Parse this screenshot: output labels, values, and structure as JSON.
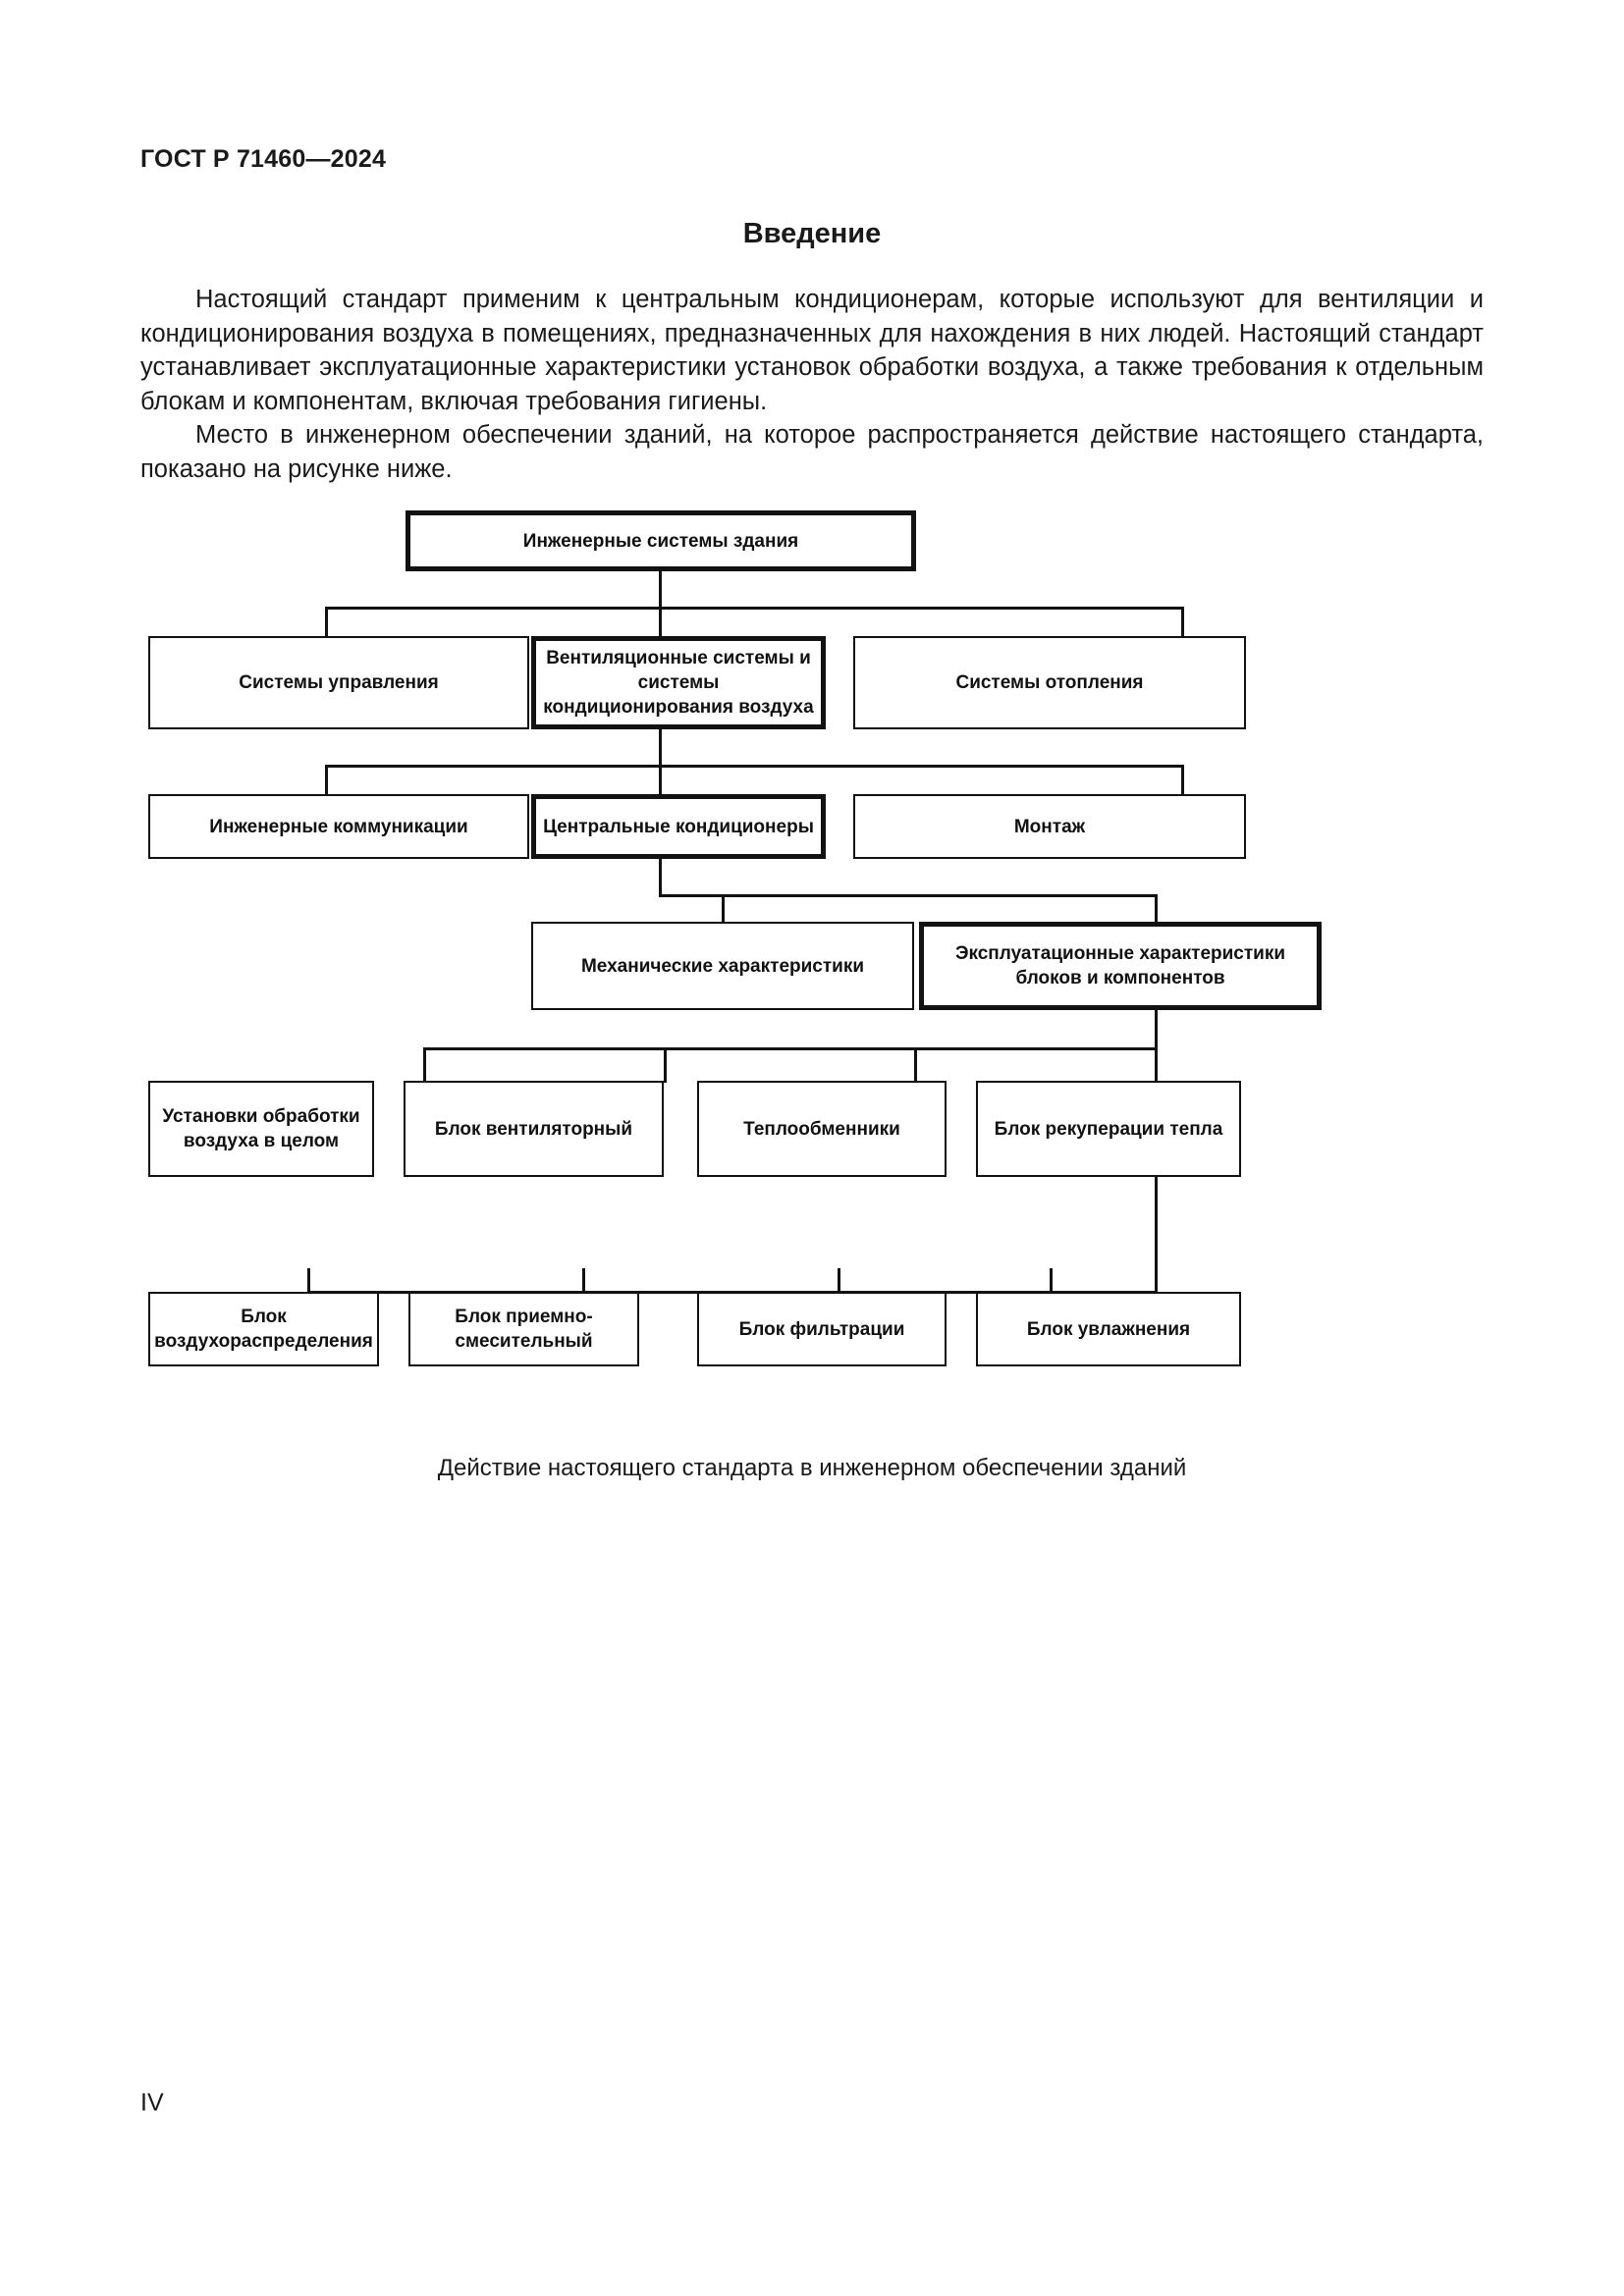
{
  "document": {
    "running_header": "ГОСТ Р 71460—2024",
    "section_title": "Введение",
    "folio": "IV"
  },
  "paragraphs": [
    {
      "id": "p1",
      "text": "Настоящий стандарт применим к центральным кондиционерам, которые используют для вентиляции и кондиционирования воздуха в помещениях, предназначенных для нахождения в них людей. Настоящий стандарт устанавливает эксплуатационные характеристики установок обработки воздуха, а также требования к отдельным блокам и компонентам, включая требования гигиены."
    },
    {
      "id": "p2",
      "text": "Место в инженерном обеспечении зданий, на которое распространяется действие настоящего стандарта, показано на рисунке ниже."
    }
  ],
  "figure": {
    "caption": "Действие настоящего стандарта в инженерном обеспечении зданий",
    "nodes": {
      "root": "Инженерные системы здания",
      "row2_left": "Системы управления",
      "row2_center": "Вентиляционные системы и системы кондиционирования воздуха",
      "row2_right": "Системы отопления",
      "row3_left": "Инженерные коммуникации",
      "row3_center": "Центральные кондиционеры",
      "row3_right": "Монтаж",
      "row4_left": "Механические характеристики",
      "row4_right": "Эксплуатационные характеристики блоков и компонентов",
      "row5_1": "Установки обработки воздуха в целом",
      "row5_2": "Блок вентиляторный",
      "row5_3": "Теплообменники",
      "row5_4": "Блок рекуперации тепла",
      "row6_1": "Блок воздухораспределения",
      "row6_2": "Блок приемно-смесительный",
      "row6_3": "Блок фильтрации",
      "row6_4": "Блок увлажнения"
    }
  }
}
